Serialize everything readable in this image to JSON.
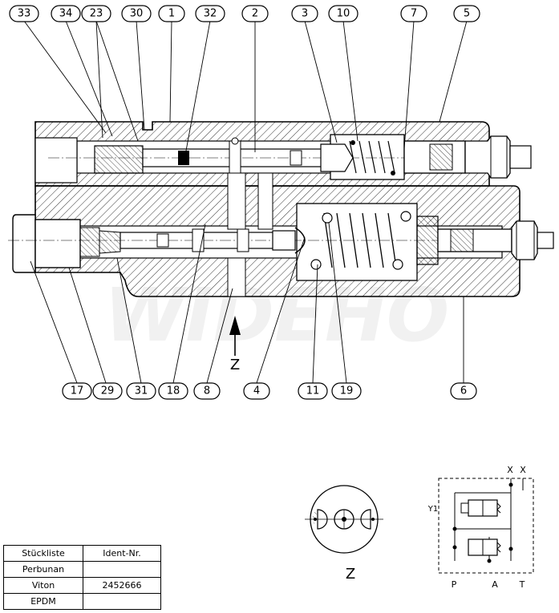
{
  "top_bubbles": [
    "33",
    "34",
    "23",
    "30",
    "1",
    "32",
    "2",
    "3",
    "10",
    "7",
    "5"
  ],
  "bottom_bubbles": [
    "17",
    "29",
    "31",
    "18",
    "8",
    "4",
    "11",
    "19",
    "6"
  ],
  "view_label": "Z",
  "detail_label": "Z",
  "watermark": "WIDEHO",
  "schematic": {
    "port_x1": "X",
    "port_x2": "X",
    "solenoid": "Y1",
    "port_p": "P",
    "port_a": "A",
    "port_t": "T"
  },
  "parts_list": {
    "headers": [
      "Stückliste",
      "Ident-Nr."
    ],
    "rows": [
      {
        "material": "Perbunan",
        "ident": ""
      },
      {
        "material": "Viton",
        "ident": "2452666"
      },
      {
        "material": "EPDM",
        "ident": ""
      }
    ]
  }
}
